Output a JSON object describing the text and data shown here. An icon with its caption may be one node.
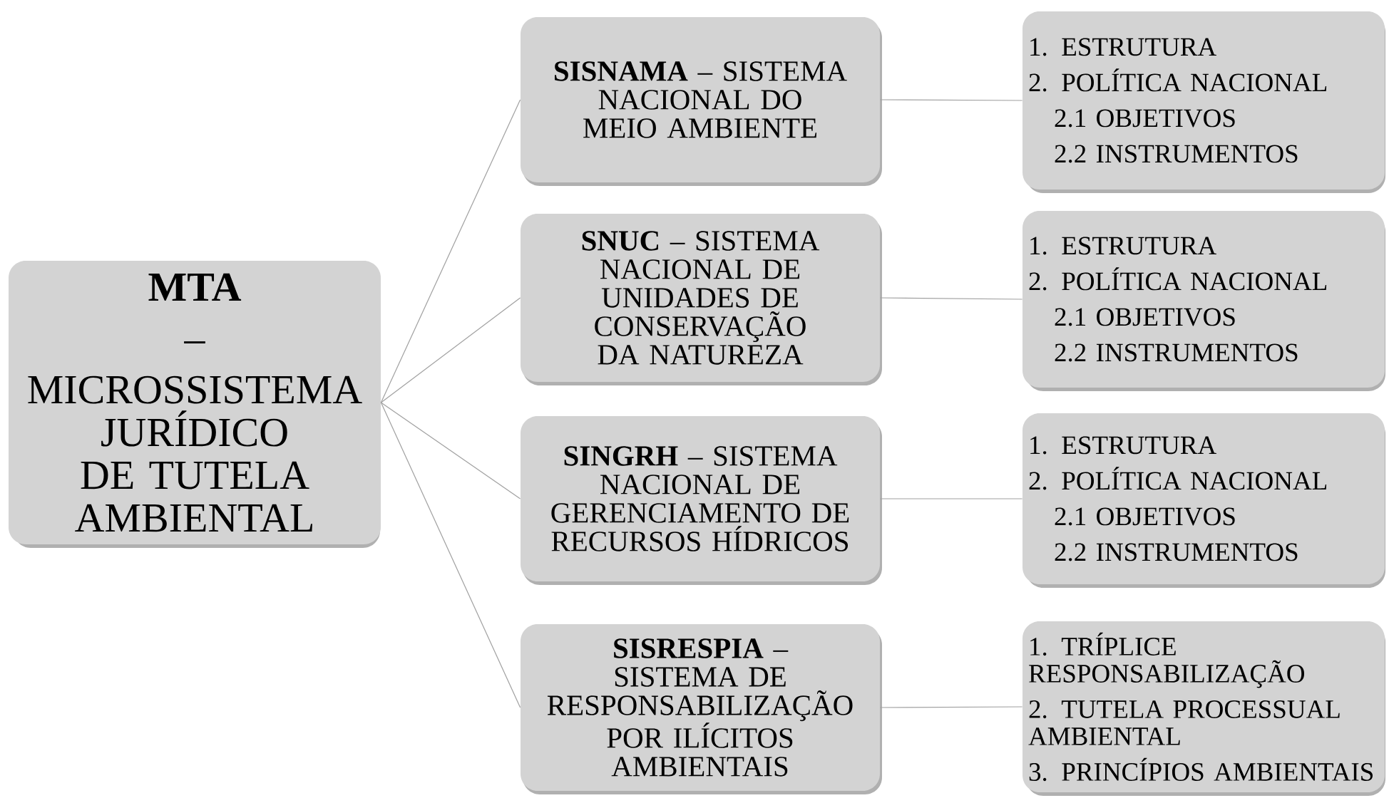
{
  "diagram": {
    "nodes": [
      {
        "text": [
          "MTA",
          "–",
          "MICROSSISTEMA JURÍDICO DE TUTELA AMBIENTAL"
        ]
      },
      {
        "text": [
          "**SISNAMA** – SISTEMA NACIONAL DO MEIO AMBIENTE"
        ]
      },
      {
        "text": [
          "**SNUC** – SISTEMA NACIONAL DE UNIDADES DE CONSERVAÇÃO DA NATUREZA"
        ]
      },
      {
        "text": [
          "**SINGRH** – SISTEMA NACIONAL DE GERENCIAMENTO DE RECURSOS HÍDRICOS"
        ]
      },
      {
        "text": [
          "**SISRESPIA** – SISTEMA DE RESPONSABILIZAÇÃO POR ILÍCITOS AMBIENTAIS"
        ]
      },
      {
        "text": [
          "1. ESTRUTURA",
          "2. POLÍTICA NACIONAL",
          "2.1 OBJETIVOS",
          "2.2 INSTRUMENTOS"
        ]
      },
      {
        "text": [
          "1. ESTRUTURA",
          "2. POLÍTICA NACIONAL",
          "2.1 OBJETIVOS",
          "2.2 INSTRUMENTOS"
        ]
      },
      {
        "text": [
          "1. ESTRUTURA",
          "2. POLÍTICA NACIONAL",
          "2.1 OBJETIVOS",
          "2.2 INSTRUMENTOS"
        ]
      },
      {
        "text": [
          "1. TRÍPLICE RESPONSABILIZAÇÃO",
          "2. TUTELA PROCESSUAL AMBIENTAL",
          "3. PRINCÍPIOS AMBIENTAIS"
        ]
      }
    ],
    "edges": [
      {
        "from": 0,
        "to": 1,
        "arrow": "none"
      },
      {
        "from": 0,
        "to": 2,
        "arrow": "none"
      },
      {
        "from": 0,
        "to": 3,
        "arrow": "none"
      },
      {
        "from": 0,
        "to": 4,
        "arrow": "none"
      },
      {
        "from": 1,
        "to": 5,
        "arrow": "none"
      },
      {
        "from": 2,
        "to": 6,
        "arrow": "none"
      },
      {
        "from": 3,
        "to": 7,
        "arrow": "none"
      },
      {
        "from": 4,
        "to": 8,
        "arrow": "none"
      }
    ]
  }
}
